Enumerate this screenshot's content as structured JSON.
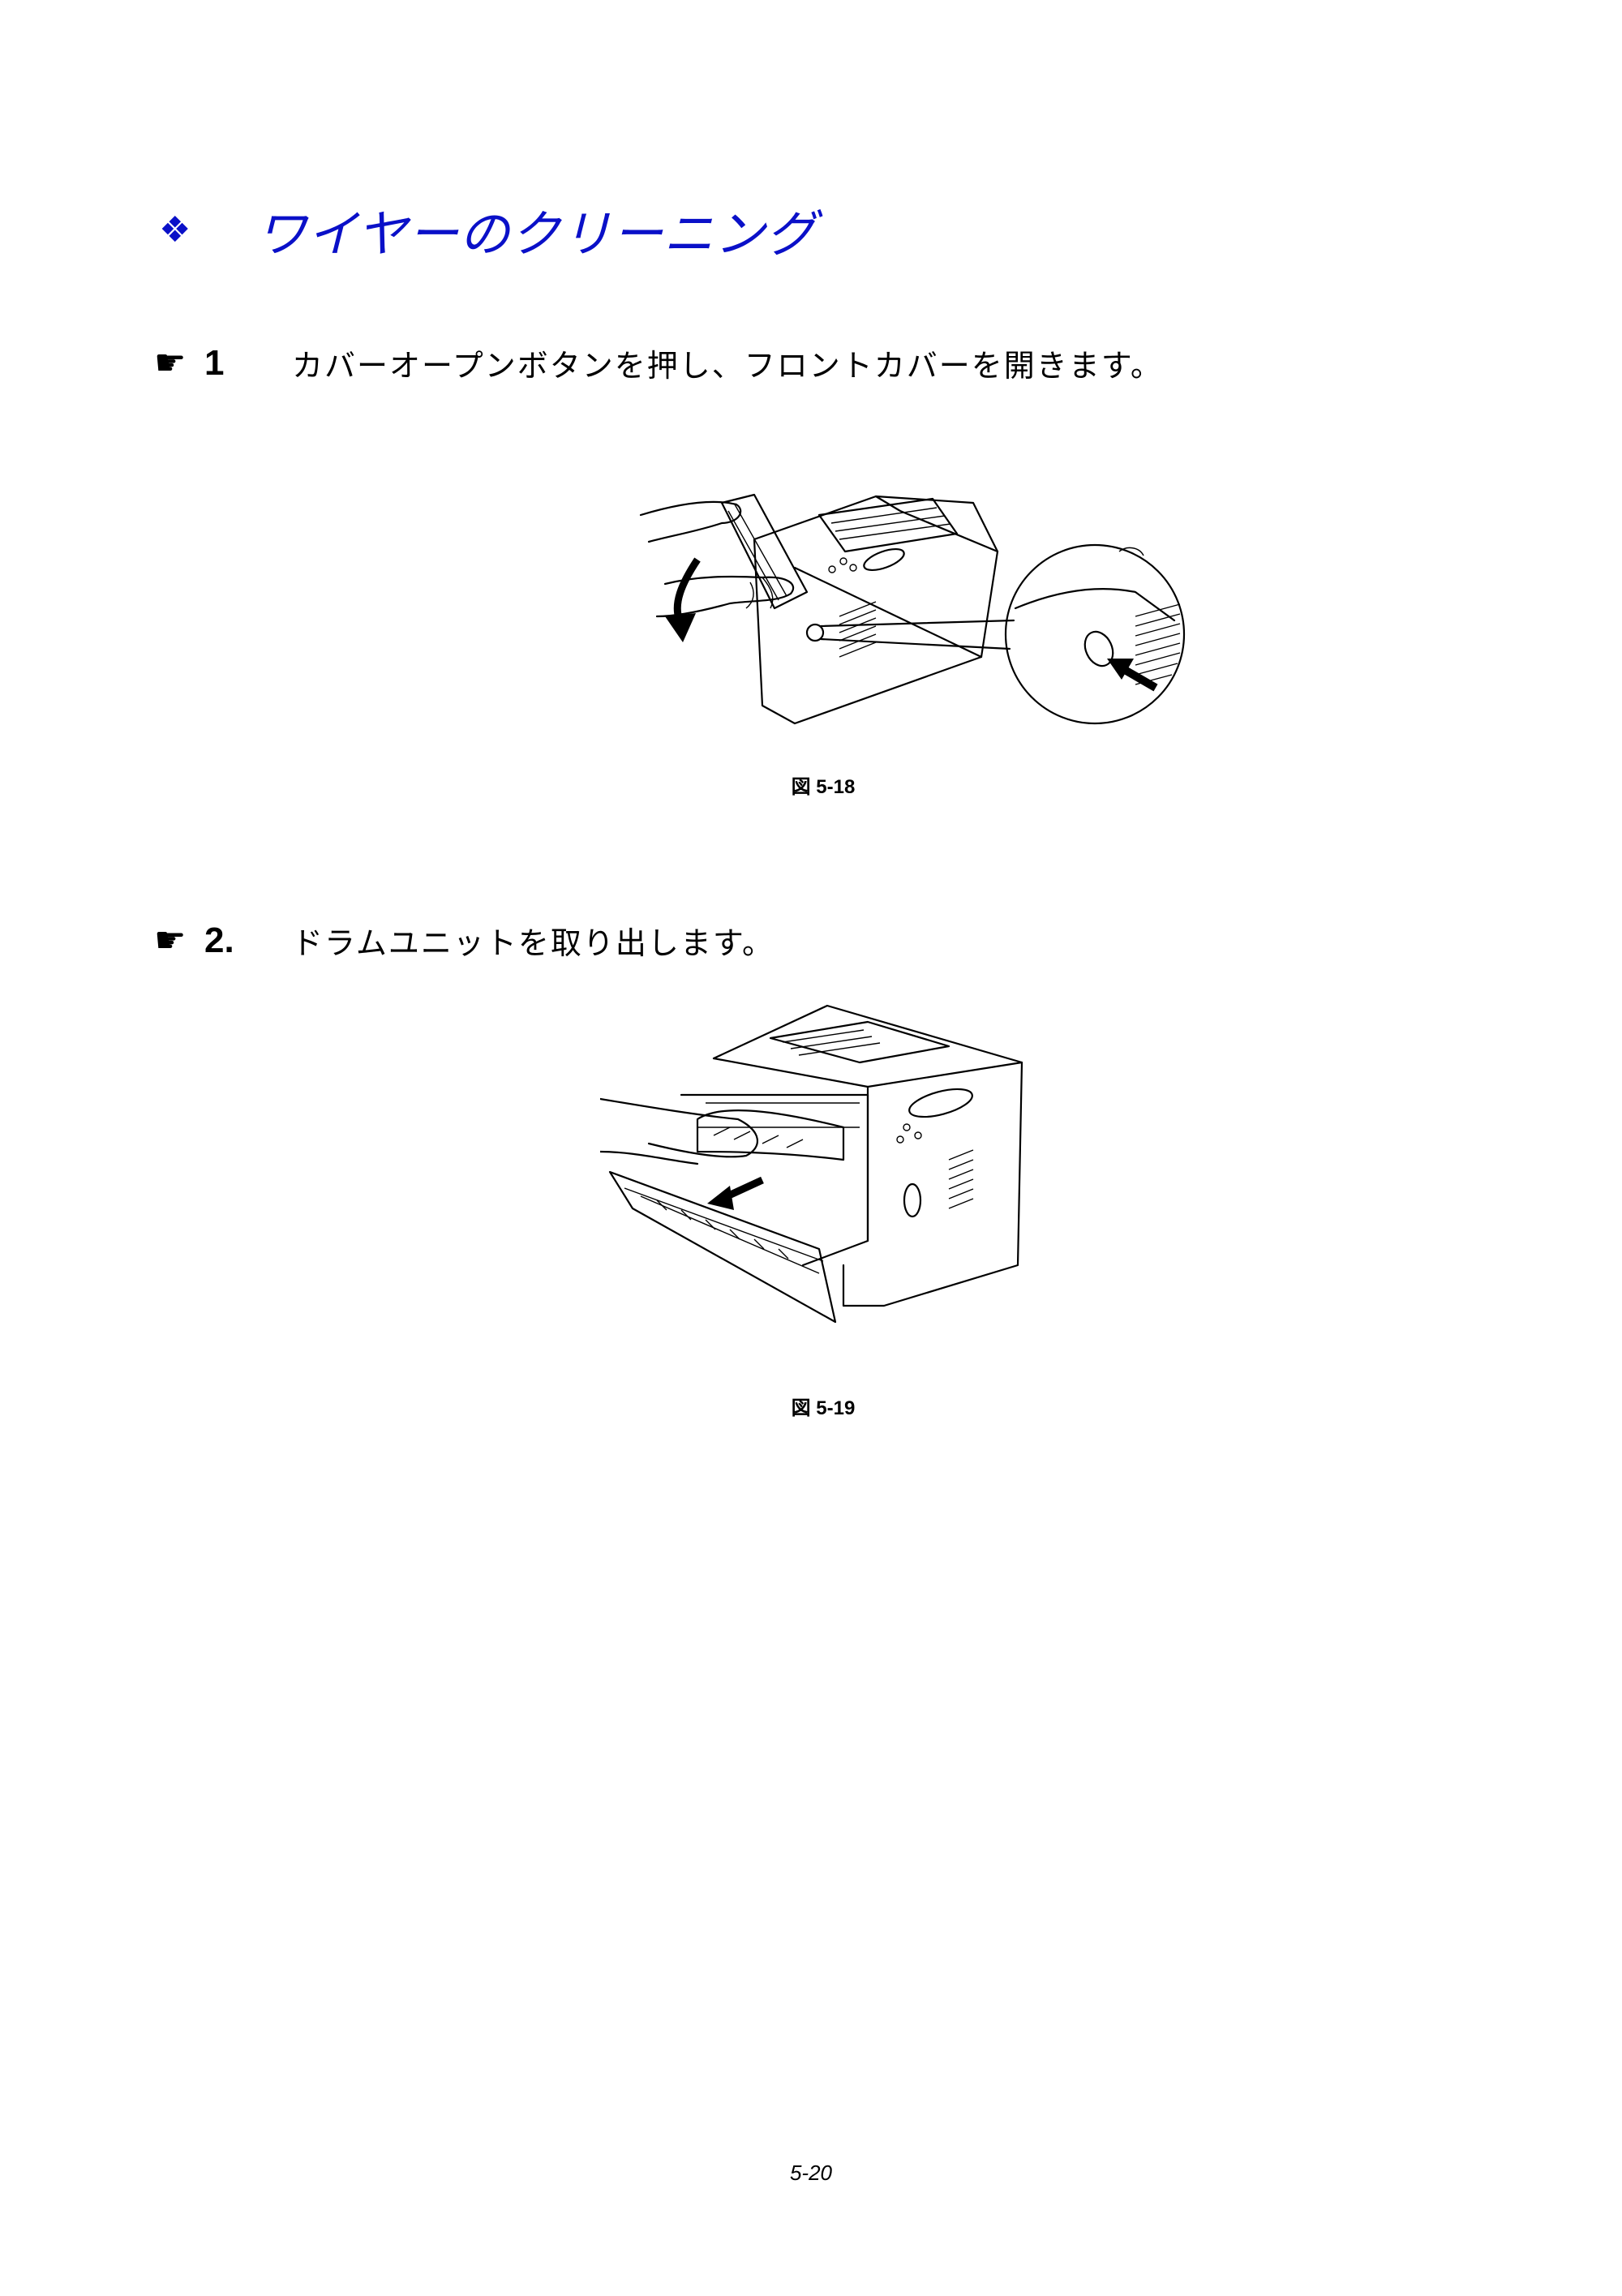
{
  "section": {
    "bullet": "❖",
    "title": "ワイヤーのクリーニング"
  },
  "steps": [
    {
      "marker": "☛",
      "number": "1",
      "text": "カバーオープンボタンを押し、フロントカバーを開きます。"
    },
    {
      "marker": "☛",
      "number": "2.",
      "text": "ドラムユニットを取り出します。"
    }
  ],
  "figures": [
    {
      "caption": "図 5-18"
    },
    {
      "caption": "図 5-19"
    }
  ],
  "page_number": "5-20",
  "colors": {
    "title": "#0a10c8",
    "text": "#000000"
  },
  "icons": {
    "bullet": "diamond-cluster-icon",
    "step_marker": "pointing-hand-icon"
  }
}
